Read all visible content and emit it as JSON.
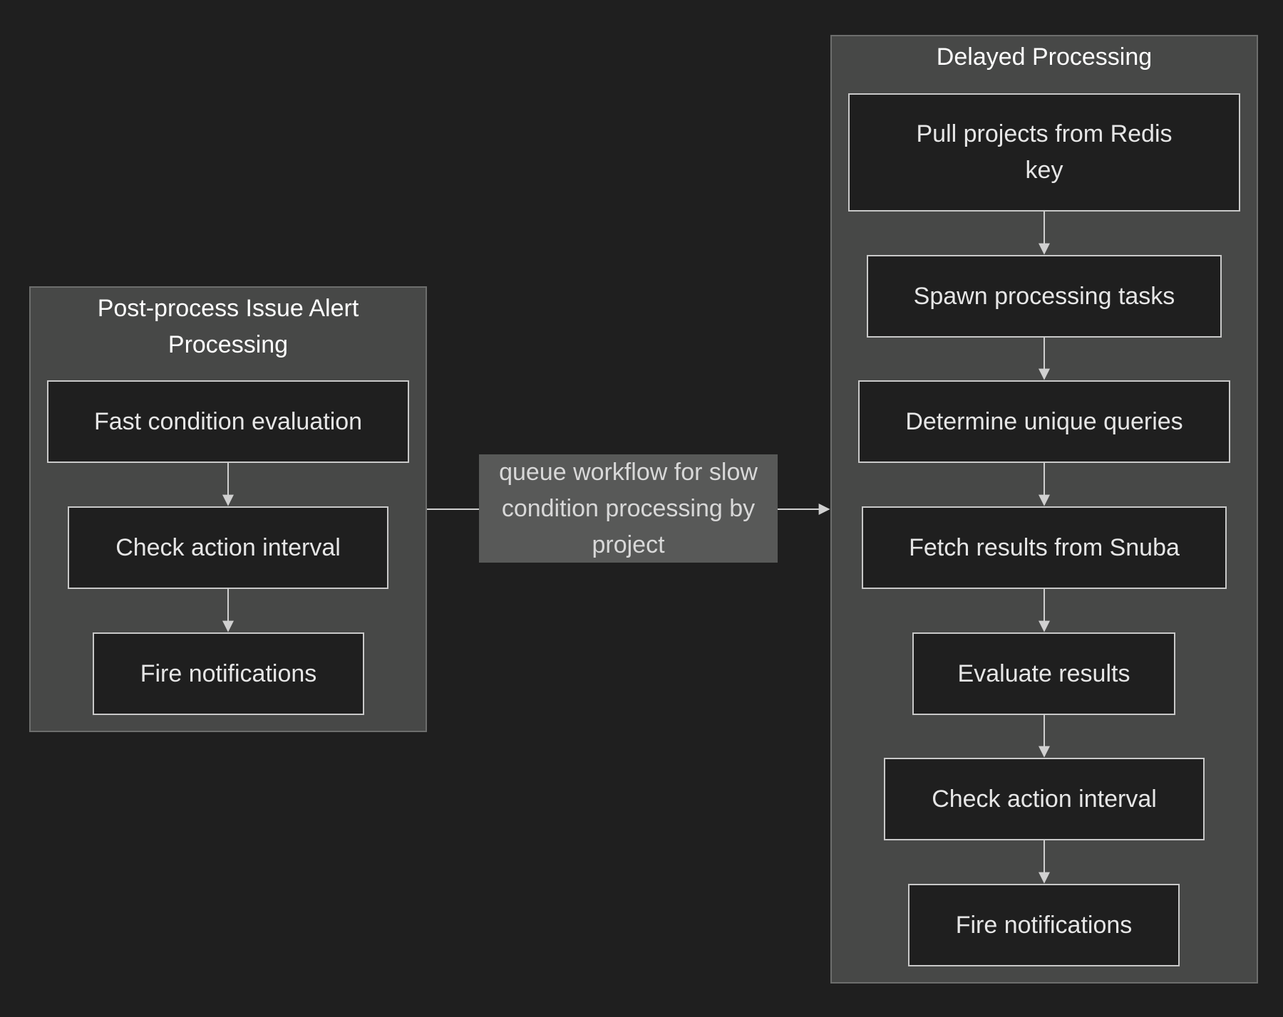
{
  "colors": {
    "background": "#1f1f1f",
    "cluster_fill": "#474847",
    "node_fill": "#1f1f1f",
    "node_border": "#c9c9c9",
    "edge": "#d0d0d0",
    "edge_label_fill": "#585958"
  },
  "left_cluster": {
    "title": "Post-process Issue Alert Processing",
    "nodes": [
      "Fast condition evaluation",
      "Check action interval",
      "Fire notifications"
    ]
  },
  "right_cluster": {
    "title": "Delayed Processing",
    "nodes": [
      "Pull projects from Redis key",
      "Spawn processing tasks",
      "Determine unique queries",
      "Fetch results from Snuba",
      "Evaluate results",
      "Check action interval",
      "Fire notifications"
    ]
  },
  "link": {
    "label": "queue workflow for slow condition processing by project"
  }
}
